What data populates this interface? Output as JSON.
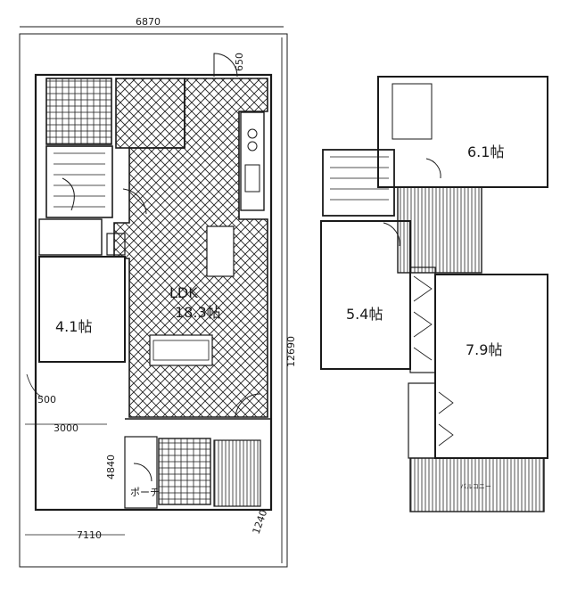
{
  "dimensions": {
    "top_width": "6870",
    "notch": "650",
    "depth": "12690",
    "setback_left": "500",
    "width_3000": "3000",
    "bottom_left": "7110",
    "entry_depth": "4840",
    "front_gap": "1240"
  },
  "first_floor": {
    "bedroom_size": "4.1帖",
    "ldk_label": "LDK",
    "ldk_size": "18.3帖",
    "porch_label": "ポーチ"
  },
  "second_floor": {
    "room_a_size": "6.1帖",
    "room_b_size": "5.4帖",
    "room_c_size": "7.9帖",
    "balcony_label": "バルコニー"
  },
  "colors": {
    "ink": "#1a1a1a"
  }
}
